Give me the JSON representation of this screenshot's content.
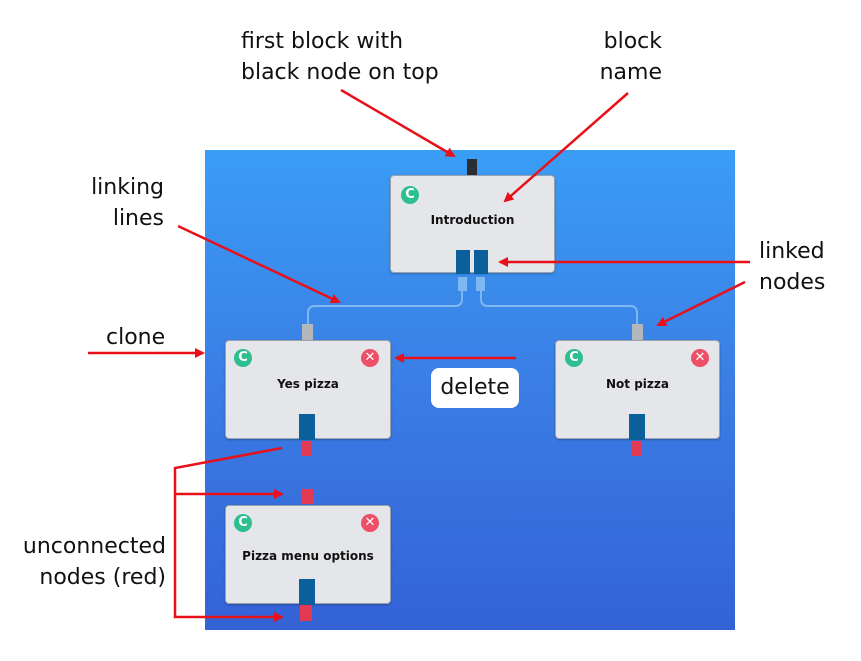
{
  "annotations": {
    "first_block": [
      "first block with",
      "black node on top"
    ],
    "block_name": [
      "block",
      "name"
    ],
    "linking_lines": [
      "linking",
      "lines"
    ],
    "linked_nodes": [
      "linked",
      "nodes"
    ],
    "clone": "clone",
    "delete": "delete",
    "unconnected": [
      "unconnected",
      "nodes (red)"
    ]
  },
  "blocks": {
    "introduction": {
      "name": "Introduction",
      "clone_glyph": "C"
    },
    "yes_pizza": {
      "name": "Yes pizza",
      "clone_glyph": "C",
      "delete_glyph": "✕"
    },
    "not_pizza": {
      "name": "Not pizza",
      "clone_glyph": "C",
      "delete_glyph": "✕"
    },
    "pizza_menu": {
      "name": "Pizza menu options",
      "clone_glyph": "C",
      "delete_glyph": "✕"
    }
  },
  "colors": {
    "canvas_top": "#3a9df5",
    "canvas_bottom": "#3462d6",
    "arrow": "#e8101a",
    "clone_icon": "#2ebf8f",
    "delete_icon": "#ec4f66",
    "linked_node": "#0b5f9a",
    "unconnected_node": "#e23a52"
  }
}
